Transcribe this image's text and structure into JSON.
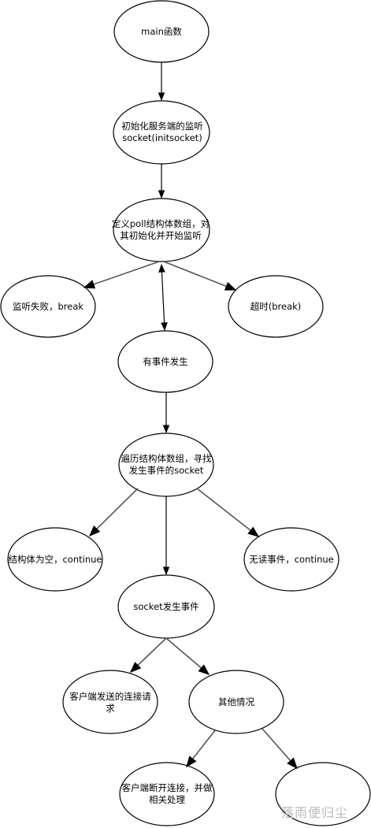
{
  "nodes": {
    "main": "main函数",
    "init_socket": "初始化服务端的监听socket(initsocket)",
    "define_poll": "定义poll结构体数组，对其初始化并开始监听",
    "listen_fail": "监听失败，break",
    "timeout": "超时(break)",
    "event_happen": "有事件发生",
    "traverse": "遍历结构体数组，寻找发生事件的socket",
    "struct_empty": "结构体为空，continue",
    "no_read": "无读事件，continue",
    "socket_event": "socket发生事件",
    "client_conn": "客户端发送的连接请求",
    "other": "其他情况",
    "client_disconnect": "客户端断开连接，并做相关处理",
    "empty_node": ""
  },
  "watermark": "落雨便归尘"
}
